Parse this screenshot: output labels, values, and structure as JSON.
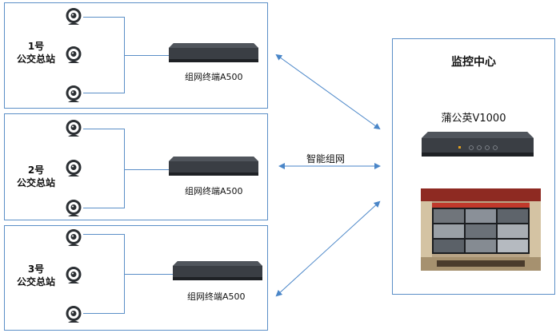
{
  "stations": [
    {
      "label_line1": "1号",
      "label_line2": "公交总站",
      "device_label": "组网终端A500"
    },
    {
      "label_line1": "2号",
      "label_line2": "公交总站",
      "device_label": "组网终端A500"
    },
    {
      "label_line1": "3号",
      "label_line2": "公交总站",
      "device_label": "组网终端A500"
    }
  ],
  "network_label": "智能组网",
  "center": {
    "title": "监控中心",
    "server_label": "蒲公英V1000"
  },
  "icons": {
    "camera": "camera-icon",
    "device": "network-terminal-device",
    "server": "server-device",
    "video_wall": "video-wall-image"
  },
  "colors": {
    "border": "#5b8fc7",
    "arrow": "#4a86c8",
    "device_body": "#2f3338"
  }
}
